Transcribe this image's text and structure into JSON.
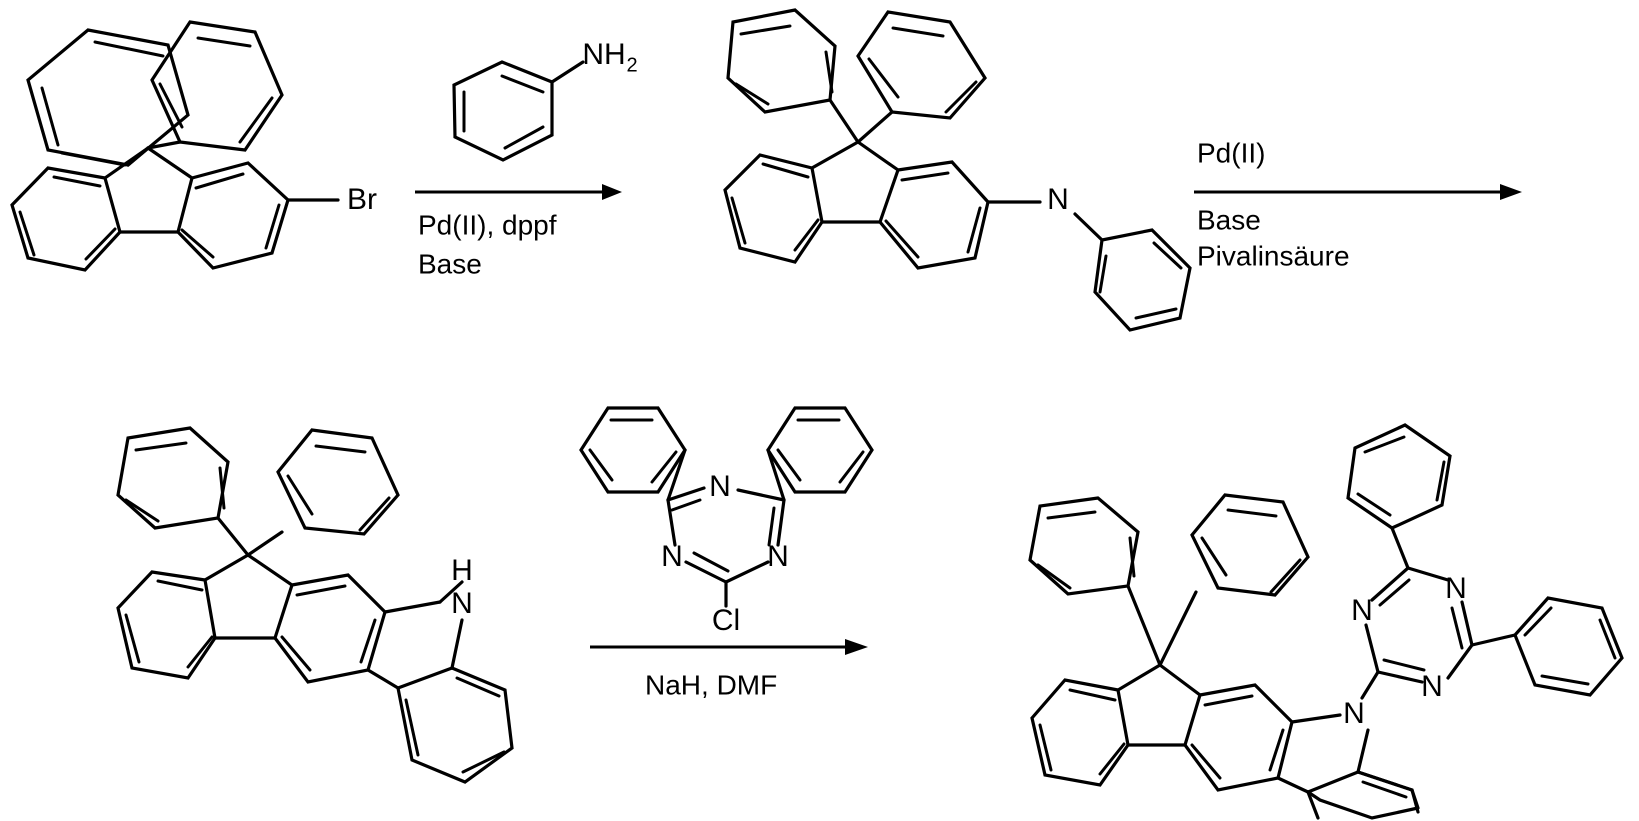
{
  "document": {
    "kind": "chemical-reaction-scheme",
    "language": "de",
    "background_color": "#ffffff",
    "line_color": "#000000"
  },
  "steps": [
    {
      "id": "step-1",
      "reactant": {
        "name": "2-brom-9,9-diphenylfluoren",
        "labels": [
          "Br"
        ]
      },
      "reagent_above": {
        "name": "anilin",
        "labels": [
          "NH",
          "2"
        ]
      },
      "conditions_below": [
        "Pd(II), dppf",
        "Base"
      ],
      "product": {
        "name": "n-phenyl-n-(9,9-diphenylfluoren-2-yl)amin",
        "labels": [
          "N"
        ]
      }
    },
    {
      "id": "step-2",
      "conditions_above": [
        "Pd(II)"
      ],
      "conditions_below": [
        "Base",
        "Pivalinsäure"
      ],
      "product": {
        "name": "indolo-fluoren-carbazol",
        "labels": [
          "H",
          "N"
        ]
      }
    },
    {
      "id": "step-3",
      "reagent_above": {
        "name": "2-chlor-4,6-diphenyl-1,3,5-triazin",
        "labels": [
          "N",
          "N",
          "N",
          "Cl"
        ]
      },
      "conditions_below": [
        "NaH, DMF"
      ],
      "product": {
        "name": "n-(4,6-diphenyltriazin-2-yl)-indolocarbazol",
        "labels": [
          "N",
          "N",
          "N",
          "N"
        ]
      }
    }
  ],
  "atom_labels": {
    "bromine": "Br",
    "nitrogen": "N",
    "hydrogen": "H",
    "chlorine": "Cl",
    "amine_n": "NH",
    "amine_sub": "2"
  },
  "conditions": {
    "arrow1_below_line1": "Pd(II), dppf",
    "arrow1_below_line2": "Base",
    "arrow2_above_line1": "Pd(II)",
    "arrow2_below_line1": "Base",
    "arrow2_below_line2": "Pivalinsäure",
    "arrow3_below_line1": "NaH, DMF"
  }
}
